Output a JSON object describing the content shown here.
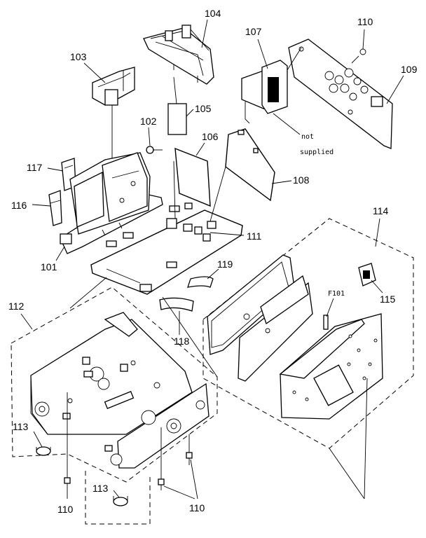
{
  "labels": {
    "p101": "101",
    "p102": "102",
    "p103": "103",
    "p104": "104",
    "p105": "105",
    "p106": "106",
    "p107": "107",
    "p108": "108",
    "p109": "109",
    "p110a": "110",
    "p110b": "110",
    "p110c": "110",
    "p111": "111",
    "p112": "112",
    "p113a": "113",
    "p113b": "113",
    "p114": "114",
    "p115": "115",
    "p116": "116",
    "p117": "117",
    "p118": "118",
    "p119": "119",
    "f101": "F101"
  },
  "notes": {
    "not_supplied_line1": "not",
    "not_supplied_line2": "supplied"
  }
}
